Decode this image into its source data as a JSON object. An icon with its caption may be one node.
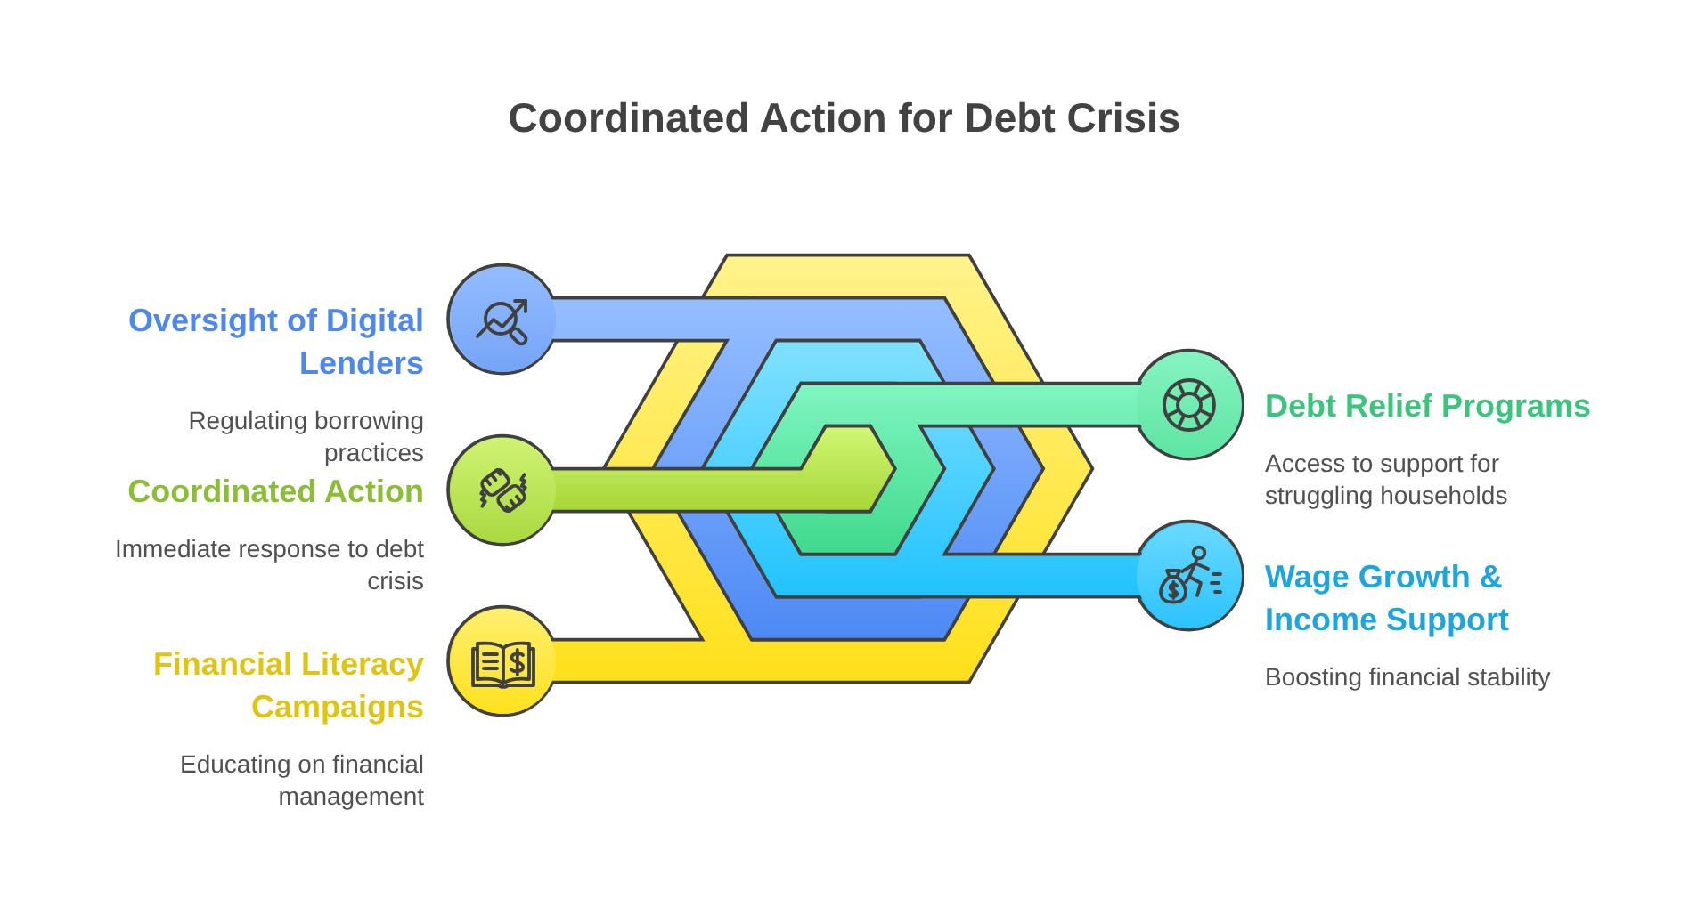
{
  "diagram": {
    "title": "Coordinated Action for Debt Crisis",
    "nodes": [
      {
        "text": [
          "Oversight of Digital Lenders",
          "Regulating borrowing practices"
        ]
      },
      {
        "text": [
          "Debt Relief Programs",
          "Access to support for struggling households"
        ]
      },
      {
        "text": [
          "Coordinated Action",
          "Immediate response to debt crisis"
        ]
      },
      {
        "text": [
          "Wage Growth & Income Support",
          "Boosting financial stability"
        ]
      },
      {
        "text": [
          "Financial Literacy Campaigns",
          "Educating on financial management"
        ]
      }
    ]
  }
}
